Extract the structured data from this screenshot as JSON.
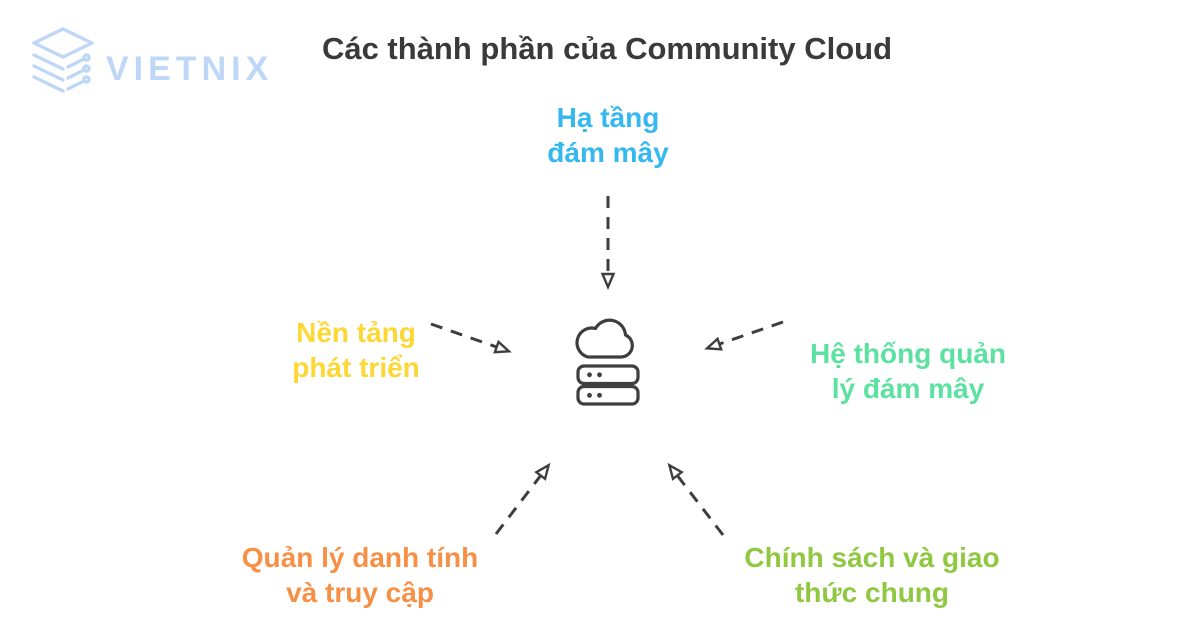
{
  "page": {
    "background": "#ffffff"
  },
  "logo": {
    "brand": "VIETNIX",
    "color": "#bed7f6",
    "icon": "stacked-layers-circuit-icon"
  },
  "title": {
    "text": "Các thành phần của Community Cloud",
    "color": "#3a3a3a"
  },
  "center": {
    "icon": "cloud-server-icon",
    "stroke_color": "#3e3e3e"
  },
  "arrows": {
    "style": "dashed",
    "color": "#3e3e3e",
    "head": "open-triangle",
    "direction": "inward-to-center"
  },
  "components": [
    {
      "id": "cloud-infrastructure",
      "position": "top",
      "lines": [
        "Hạ tầng",
        "đám mây"
      ],
      "color": "#35b7f0"
    },
    {
      "id": "development-platform",
      "position": "left",
      "lines": [
        "Nền tảng",
        "phát triển"
      ],
      "color": "#fdd733"
    },
    {
      "id": "cloud-management-system",
      "position": "right",
      "lines": [
        "Hệ thống quản",
        "lý đám mây"
      ],
      "color": "#5ce1a0"
    },
    {
      "id": "identity-access-management",
      "position": "bottom-left",
      "lines": [
        "Quản lý danh tính",
        "và truy cập"
      ],
      "color": "#f79044"
    },
    {
      "id": "shared-policy-protocols",
      "position": "bottom-right",
      "lines": [
        "Chính sách và giao",
        "thức chung"
      ],
      "color": "#90c842"
    }
  ]
}
